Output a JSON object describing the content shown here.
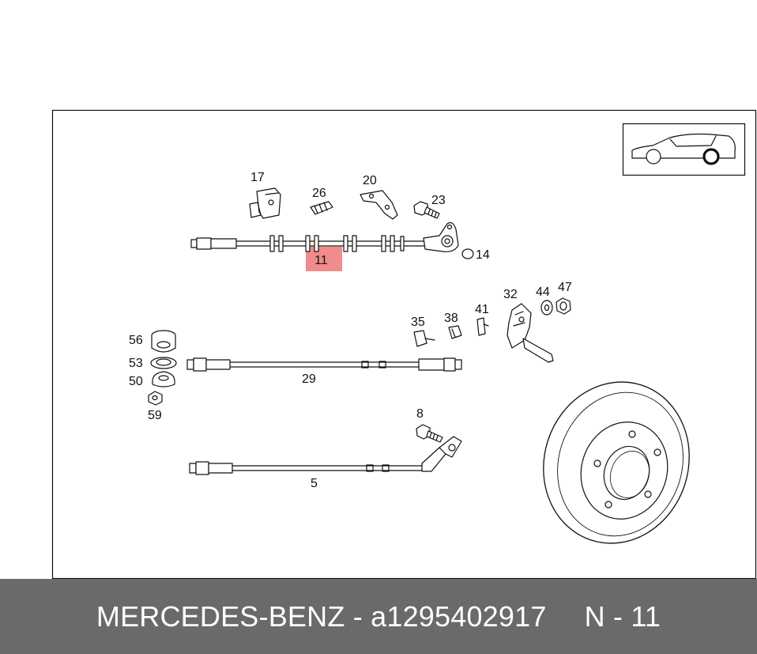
{
  "footer": {
    "brand": "MERCEDES-BENZ",
    "separator": "-",
    "part_number": "a1295402917",
    "diagram_ref": "N - 11"
  },
  "highlight_color": "#f08c8c",
  "callouts": {
    "c17": "17",
    "c26": "26",
    "c20": "20",
    "c23": "23",
    "c11": "11",
    "c14": "14",
    "c32": "32",
    "c44": "44",
    "c47": "47",
    "c35": "35",
    "c38": "38",
    "c41": "41",
    "c56": "56",
    "c53": "53",
    "c50": "50",
    "c59": "59",
    "c29": "29",
    "c8": "8",
    "c5": "5"
  },
  "icons": {
    "locator": "car-rear-wheel-icon",
    "disc": "brake-disc-icon"
  }
}
